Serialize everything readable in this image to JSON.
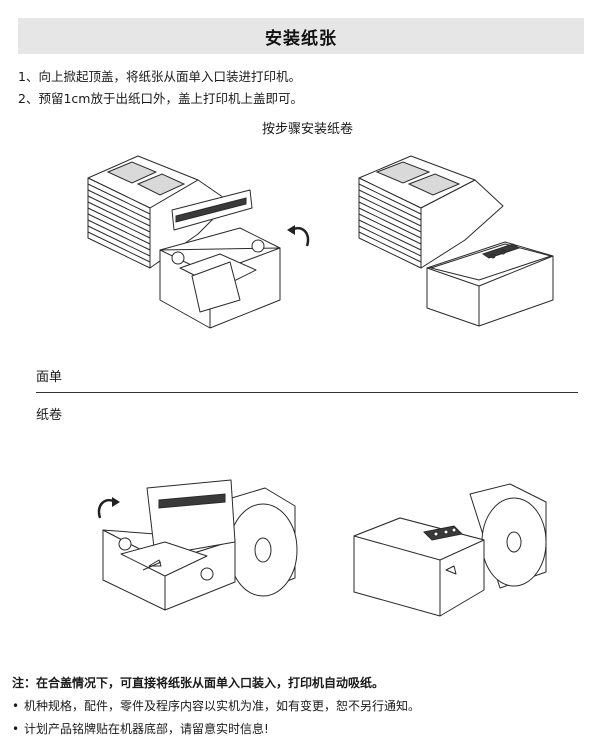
{
  "title": "安装纸张",
  "instructions": [
    "1、向上掀起顶盖，将纸张从面单入口装进打印机。",
    "2、预留1cm放于出纸口外，盖上打印机上盖即可。"
  ],
  "subtitle": "按步骤安装纸卷",
  "sections": {
    "fanfold_label": "面单",
    "roll_label": "纸卷"
  },
  "notes": {
    "note": "注：在合盖情况下，可直接将纸张从面单入口装入，打印机自动吸纸。",
    "bullets": [
      "机种规格，配件，零件及程序内容以实机为准，如有变更，恕不另行通知。",
      "计划产品铭牌贴在机器底部，请留意实时信息!"
    ],
    "bullet_symbol": "•"
  },
  "icons": [
    "rotate-arrow-icon",
    "rotate-arrow-icon"
  ]
}
